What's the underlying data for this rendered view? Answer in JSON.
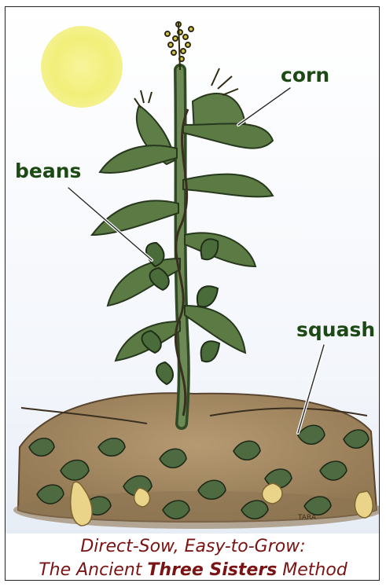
{
  "labels": {
    "corn": "corn",
    "beans": "beans",
    "squash": "squash"
  },
  "signature": "TARA",
  "caption": {
    "line1": "Direct-Sow, Easy-to-Grow:",
    "line2_prefix": "The Ancient ",
    "line2_bold": "Three Sisters",
    "line2_suffix": " Method"
  },
  "colors": {
    "label_green": "#1d4a14",
    "caption_red": "#7a1313",
    "sun_yellow": "#f4f27a",
    "soil_brown": "#a58a63",
    "leaf_green": "#4f6f3f",
    "squash_yellow": "#ead48a"
  }
}
